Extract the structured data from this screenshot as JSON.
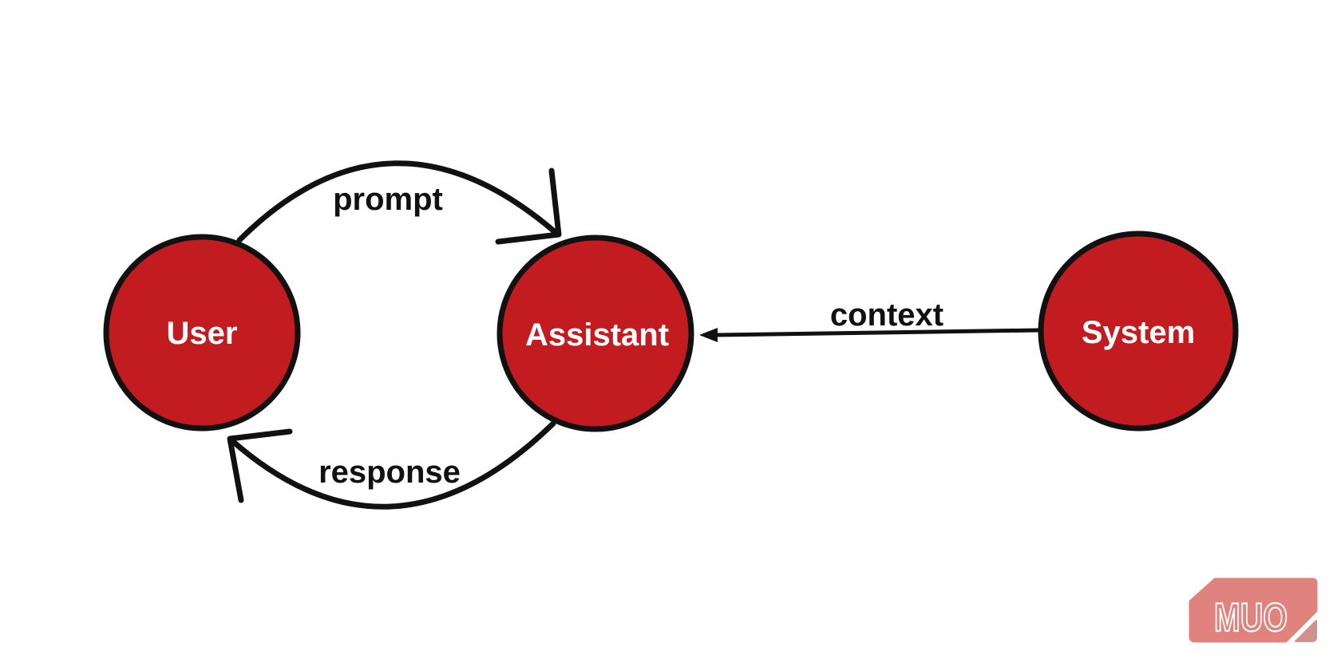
{
  "colors": {
    "background": "#ffffff",
    "ink": "#111111",
    "node_fill": "#c21b20",
    "node_label": "#ffffff",
    "watermark_fill": "#e0837e",
    "watermark_corner": "#cf928d"
  },
  "diagram": {
    "nodes": [
      {
        "id": "user",
        "label": "User"
      },
      {
        "id": "assistant",
        "label": "Assistant"
      },
      {
        "id": "system",
        "label": "System"
      }
    ],
    "edges": [
      {
        "id": "prompt",
        "label": "prompt",
        "from": "User",
        "to": "Assistant"
      },
      {
        "id": "response",
        "label": "response",
        "from": "Assistant",
        "to": "User"
      },
      {
        "id": "context",
        "label": "context",
        "from": "System",
        "to": "Assistant"
      }
    ],
    "watermark": {
      "text": "MUO"
    }
  }
}
